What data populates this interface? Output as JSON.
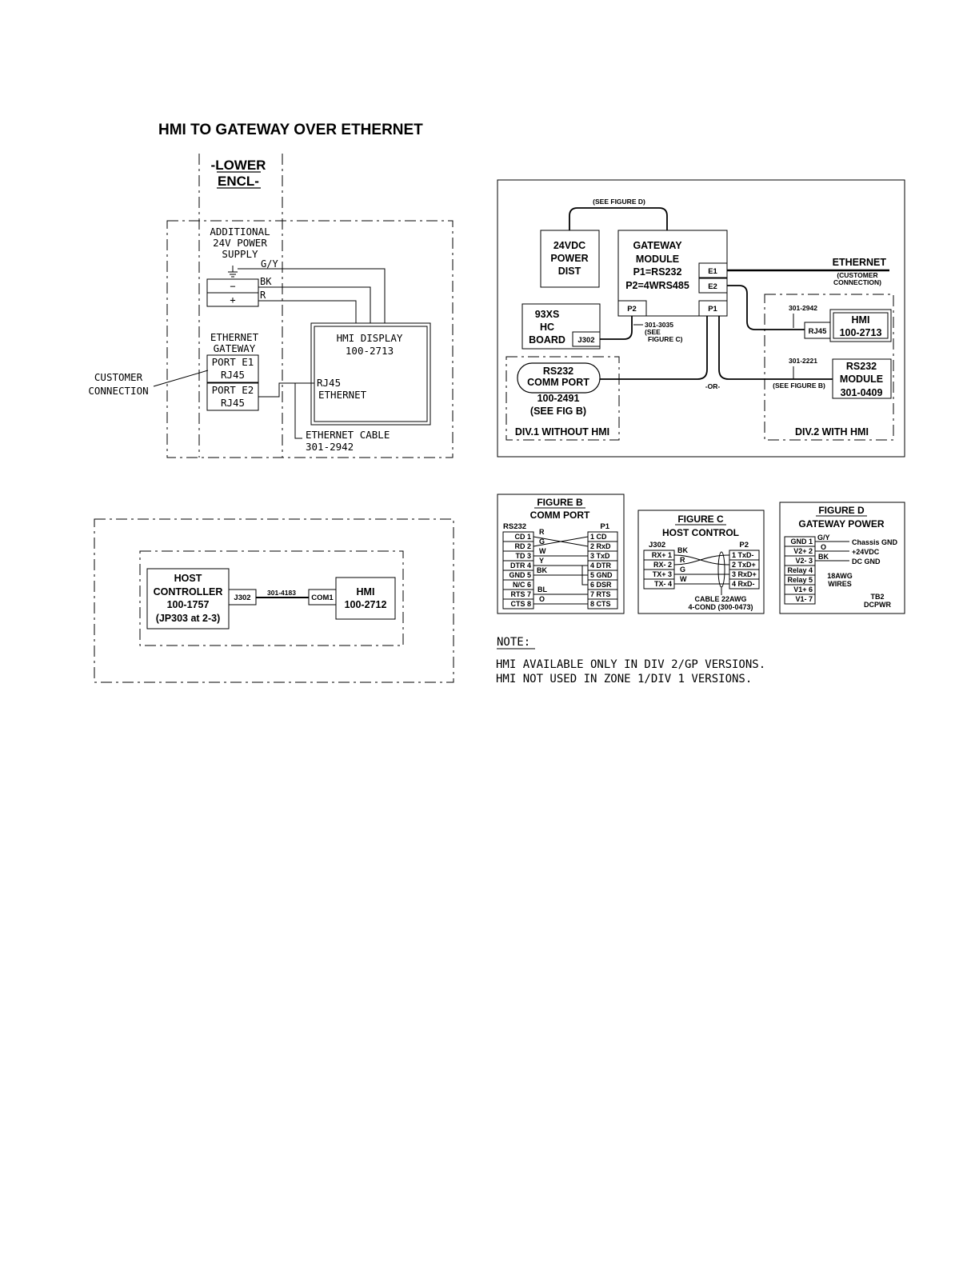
{
  "title": "HMI TO GATEWAY OVER ETHERNET",
  "left_diagram": {
    "lower_encl_1": "-LOWER",
    "lower_encl_2": "ENCL-",
    "psu_1": "ADDITIONAL",
    "psu_2": "24V POWER",
    "psu_3": "SUPPLY",
    "psu_minus": "−",
    "psu_plus": "+",
    "wire_gy": "G/Y",
    "wire_bk": "BK",
    "wire_r": "R",
    "gateway_1": "ETHERNET",
    "gateway_2": "GATEWAY",
    "port_e1_1": "PORT E1",
    "port_e1_2": "RJ45",
    "port_e2_1": "PORT E2",
    "port_e2_2": "RJ45",
    "customer_1": "CUSTOMER",
    "customer_2": "CONNECTION",
    "hmi_display_1": "HMI DISPLAY",
    "hmi_display_2": "100-2713",
    "hmi_rj45": "RJ45",
    "hmi_ethernet": "ETHERNET",
    "cable_1": "ETHERNET CABLE",
    "cable_2": "301-2942"
  },
  "right_diagram": {
    "see_fig_d": "(SEE FIGURE D)",
    "power_dist_1": "24VDC",
    "power_dist_2": "POWER",
    "power_dist_3": "DIST",
    "gateway_1": "GATEWAY",
    "gateway_2": "MODULE",
    "gateway_3": "P1=RS232",
    "gateway_4": "P2=4WRS485",
    "port_e1": "E1",
    "port_e2": "E2",
    "port_p2": "P2",
    "port_p1": "P1",
    "ethernet": "ETHERNET",
    "customer_1": "(CUSTOMER",
    "customer_2": "CONNECTION)",
    "hc_board_1": "93XS",
    "hc_board_2": "HC",
    "hc_board_3": "BOARD",
    "j302": "J302",
    "cable_3035_1": "301-3035",
    "cable_3035_2": "(SEE",
    "cable_3035_3": "FIGURE C)",
    "cable_2942": "301-2942",
    "rj45": "RJ45",
    "hmi_1": "HMI",
    "hmi_2": "100-2713",
    "cable_2221": "301-2221",
    "see_fig_b": "(SEE FIGURE B)",
    "rs232_module_1": "RS232",
    "rs232_module_2": "MODULE",
    "rs232_module_3": "301-0409",
    "comm_port_1": "RS232",
    "comm_port_2": "COMM PORT",
    "comm_port_3": "100-2491",
    "comm_port_4": "(SEE FIG B)",
    "or": "-OR-",
    "div1": "DIV.1 WITHOUT HMI",
    "div2": "DIV.2 WITH HMI"
  },
  "host_diagram": {
    "host_1": "HOST",
    "host_2": "CONTROLLER",
    "host_3": "100-1757",
    "host_4": "(JP303 at 2-3)",
    "j302": "J302",
    "cable": "301-4183",
    "com1": "COM1",
    "hmi_1": "HMI",
    "hmi_2": "100-2712"
  },
  "figure_b": {
    "title_1": "FIGURE B",
    "title_2": "COMM PORT",
    "left_header": "RS232",
    "right_header": "P1",
    "left_pins": [
      "CD 1",
      "RD 2",
      "TD 3",
      "DTR 4",
      "GND 5",
      "N/C 6",
      "RTS 7",
      "CTS 8"
    ],
    "right_pins": [
      "1 CD",
      "2 RxD",
      "3 TxD",
      "4 DTR",
      "5 GND",
      "6 DSR",
      "7 RTS",
      "8 CTS"
    ],
    "wire_colors": [
      "R",
      "G",
      "W",
      "Y",
      "BK",
      "BL",
      "O"
    ]
  },
  "figure_c": {
    "title_1": "FIGURE C",
    "title_2": "HOST CONTROL",
    "left_header": "J302",
    "right_header": "P2",
    "left_pins": [
      "RX+ 1",
      "RX- 2",
      "TX+ 3",
      "TX- 4"
    ],
    "right_pins": [
      "1 TxD-",
      "2 TxD+",
      "3 RxD+",
      "4 RxD-"
    ],
    "wire_colors": [
      "BK",
      "R",
      "G",
      "W"
    ],
    "cable_1": "CABLE 22AWG",
    "cable_2": "4-COND (300-0473)"
  },
  "figure_d": {
    "title_1": "FIGURE D",
    "title_2": "GATEWAY POWER",
    "pins": [
      "GND 1",
      "V2+ 2",
      "V2- 3",
      "Relay 4",
      "Relay 5",
      "V1+ 6",
      "V1- 7"
    ],
    "wire_colors": [
      "G/Y",
      "O",
      "BK"
    ],
    "labels": [
      "Chassis GND",
      "+24VDC",
      "DC GND"
    ],
    "awg_1": "18AWG",
    "awg_2": "WIRES",
    "tb_1": "TB2",
    "tb_2": "DCPWR"
  },
  "note": {
    "heading": "NOTE:",
    "line_1": "HMI AVAILABLE ONLY IN DIV 2/GP VERSIONS.",
    "line_2": "HMI NOT USED IN ZONE 1/DIV 1 VERSIONS."
  }
}
